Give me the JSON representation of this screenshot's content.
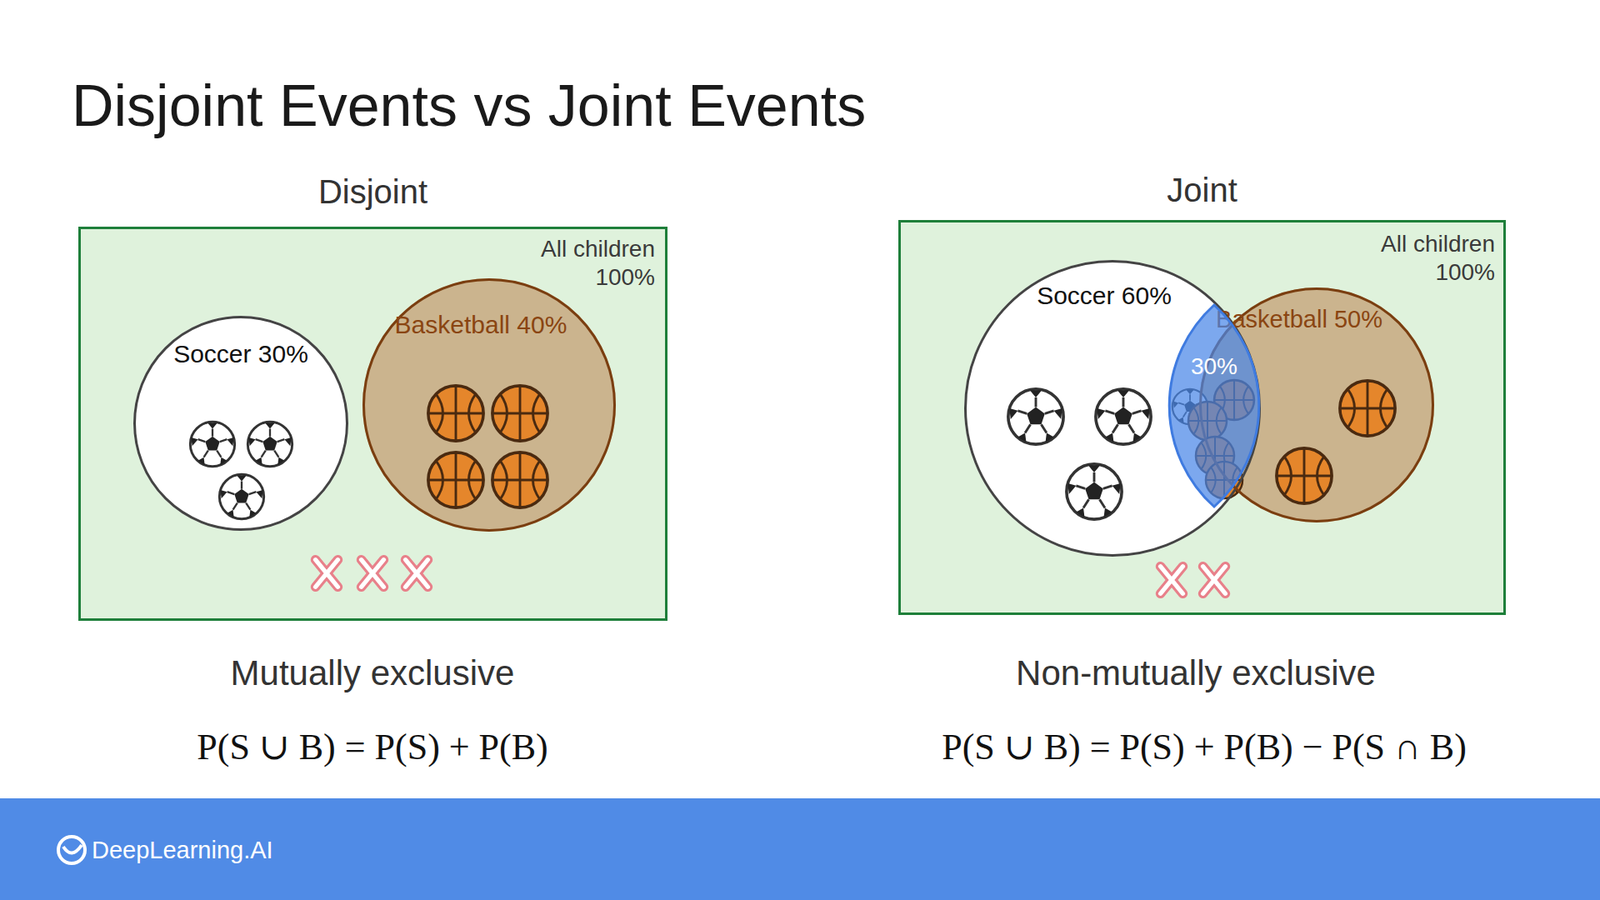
{
  "diagram": {
    "title": "Disjoint Events vs Joint Events",
    "nodes": [
      {
        "text": [
          "Disjoint",
          "All children 100%"
        ]
      },
      {
        "text": [
          "Soccer 30%"
        ],
        "in": 0
      },
      {
        "text": [
          "Basketball 40%"
        ],
        "in": 0
      },
      {
        "text": [
          "Joint",
          "All children 100%"
        ]
      },
      {
        "text": [
          "Soccer 60%"
        ],
        "in": 3
      },
      {
        "text": [
          "Basketball 50%"
        ],
        "in": 3
      },
      {
        "text": [
          "30%"
        ],
        "in": 3
      }
    ],
    "labels": [
      "Mutually exclusive",
      "P(S ∪ B) = P(S) + P(B)",
      "Non-mutually exclusive",
      "P(S ∪ B) = P(S) + P(B) − P(S ∩ B)",
      "DeepLearning.AI"
    ]
  }
}
